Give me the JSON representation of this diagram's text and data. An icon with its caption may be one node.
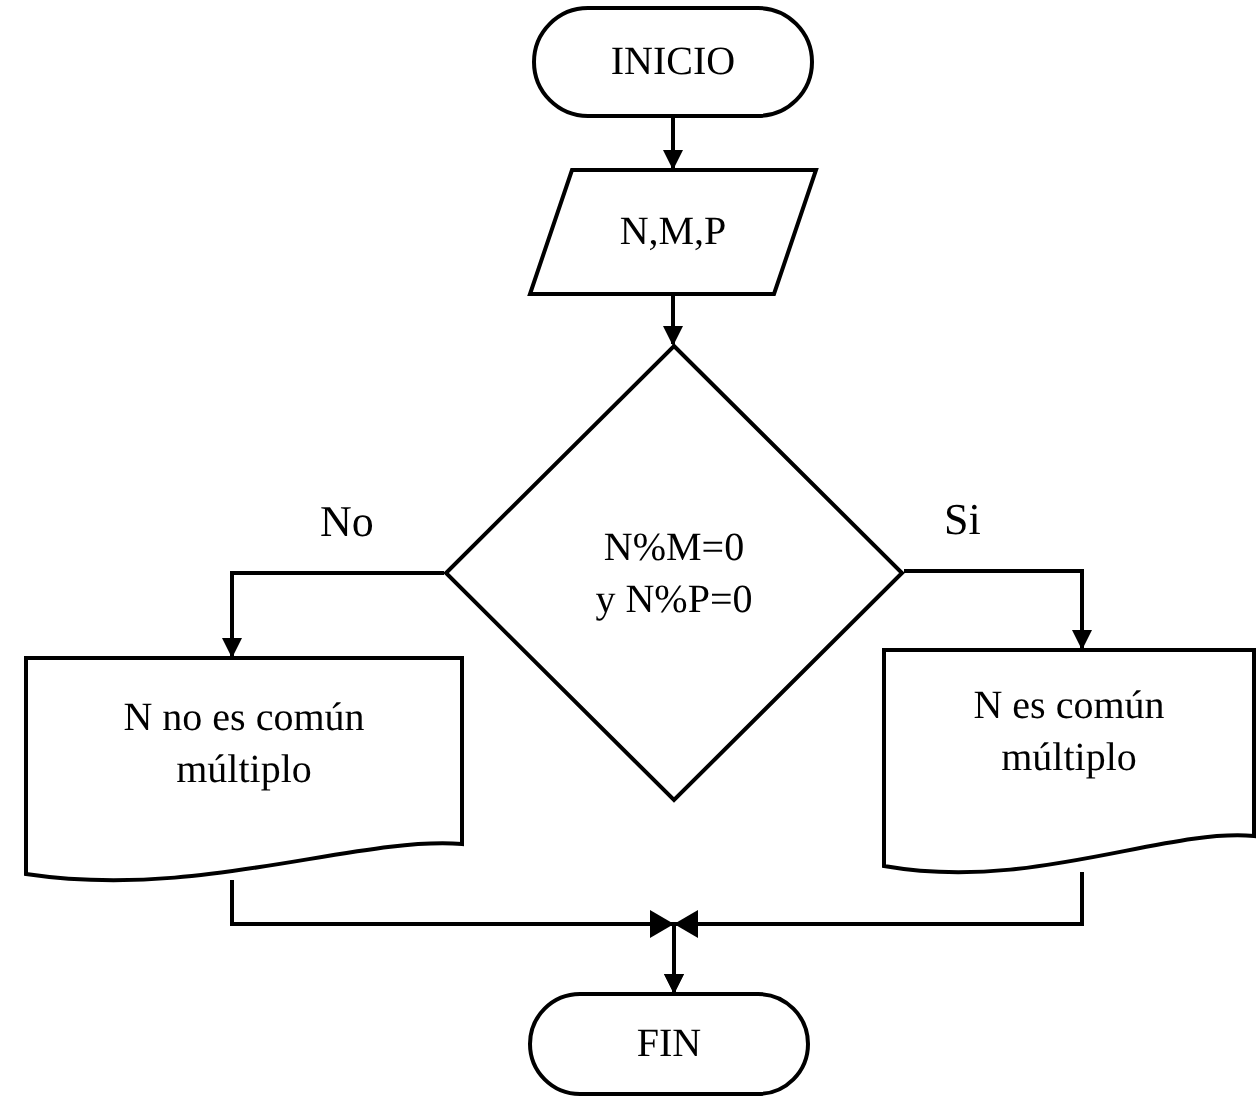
{
  "diagram": {
    "nodes": [
      {
        "text": [
          "INICIO"
        ]
      },
      {
        "text": [
          "N,M,P"
        ]
      },
      {
        "text": [
          "N%M=0 y N%P=0"
        ]
      },
      {
        "text": [
          "N no es común múltiplo"
        ]
      },
      {
        "text": [
          "N es común múltiplo"
        ]
      },
      {
        "text": [
          "FIN"
        ]
      }
    ],
    "edges": [
      {
        "from": 0,
        "to": 1,
        "arrow": "to"
      },
      {
        "from": 1,
        "to": 2,
        "arrow": "to"
      },
      {
        "from": 2,
        "to": 3,
        "arrow": "to",
        "label": "No"
      },
      {
        "from": 2,
        "to": 4,
        "arrow": "to",
        "label": "Si"
      },
      {
        "from": 3,
        "to": 5,
        "arrow": "to"
      },
      {
        "from": 4,
        "to": 5,
        "arrow": "to"
      }
    ]
  }
}
